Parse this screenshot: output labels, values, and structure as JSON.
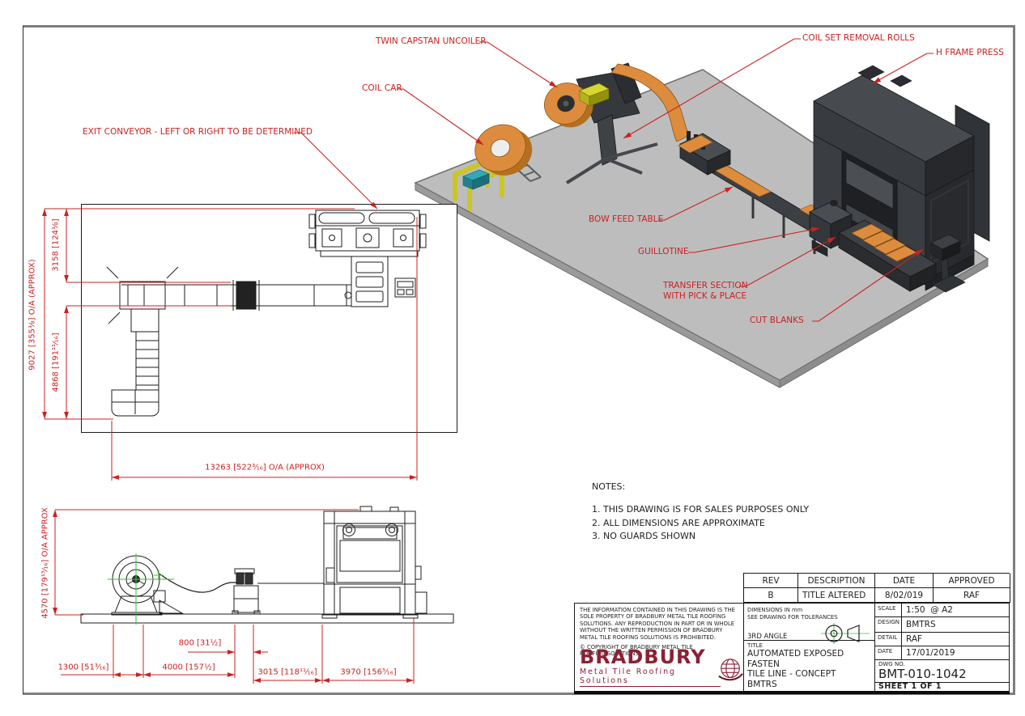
{
  "colors": {
    "annotation_red": "#cc2020",
    "centerline_green": "#35c135",
    "logo_maroon": "#8b2035",
    "platform_gray": "#bdbdbd",
    "machine_dark": "#3a3e42",
    "strip_orange": "#dd8c3e",
    "accent_yellow": "#d9d632",
    "accent_teal": "#2d9aaa"
  },
  "iso_labels": {
    "twin_capstan_uncoiler": "TWIN CAPSTAN UNCOILER",
    "coil_set_removal_rolls": "COIL SET REMOVAL ROLLS",
    "h_frame_press": "H FRAME PRESS",
    "coil_car": "COIL CAR",
    "exit_conveyor": "EXIT CONVEYOR - LEFT OR RIGHT TO BE DETERMINED",
    "bow_feed_table": "BOW FEED TABLE",
    "guillotine": "GUILLOTINE",
    "transfer_line1": "TRANSFER SECTION",
    "transfer_line2": "WITH PICK & PLACE",
    "cut_blanks": "CUT BLANKS"
  },
  "plan_dims": {
    "overall_width": "9027 [355⅜] O/A (APPROX)",
    "upper": "3158 [124⅜]",
    "lower": "4868 [191¹¹⁄₁₆]",
    "overall_length": "13263 [522³⁄₁₆] O/A (APPROX)"
  },
  "elevation_dims": {
    "overall_height": "4570 [179¹⁵⁄₁₆] O/A APPROX",
    "d1300": "1300 [51³⁄₁₆]",
    "d4000": "4000 [157½]",
    "d800": "800 [31½]",
    "d3015": "3015 [118¹¹⁄₁₆]",
    "d3970": "3970 [156⁵⁄₁₆]"
  },
  "notes": {
    "heading": "NOTES:",
    "items": [
      "1. THIS DRAWING IS FOR SALES PURPOSES ONLY",
      "2. ALL DIMENSIONS ARE APPROXIMATE",
      "3. NO GUARDS SHOWN"
    ]
  },
  "revision_table": {
    "headers": [
      "REV",
      "DESCRIPTION",
      "DATE",
      "APPROVED"
    ],
    "rows": [
      [
        "B",
        "TITLE ALTERED",
        "8/02/019",
        "RAF"
      ]
    ]
  },
  "title_block": {
    "legal": "THE INFORMATION CONTAINED IN THIS DRAWING IS THE SOLE PROPERTY OF BRADBURY METAL TILE ROOFING SOLUTIONS. ANY REPRODUCTION IN PART OR IN WHOLE WITHOUT THE WRITTEN PERMISSION OF BRADBURY METAL TILE ROOFING SOLUTIONS IS PROHIBITED.",
    "copyright": "© COPYRIGHT OF BRADBURY METAL TILE ROOFING SOLUTIONS",
    "logo_name": "BRADBURY",
    "logo_tagline": "Metal Tile Roofing Solutions",
    "dims_note1": "DIMENSIONS IN mm",
    "dims_note2": "SEE DRAWING FOR TOLERANCES",
    "angle_label": "3RD ANGLE",
    "title_label": "TITLE",
    "title_line1": "AUTOMATED EXPOSED FASTEN",
    "title_line2": "TILE LINE - CONCEPT",
    "title_line3": "BMTRS",
    "scale_label": "SCALE",
    "scale_value": "1:50  @ A2",
    "design_label": "DESIGN",
    "design_value": "BMTRS",
    "detail_label": "DETAIL",
    "detail_value": "RAF",
    "date_label": "DATE",
    "date_value": "17/01/2019",
    "dwg_label": "DWG NO.",
    "dwg_value": "BMT-010-1042",
    "sheet": "SHEET 1 OF 1"
  }
}
